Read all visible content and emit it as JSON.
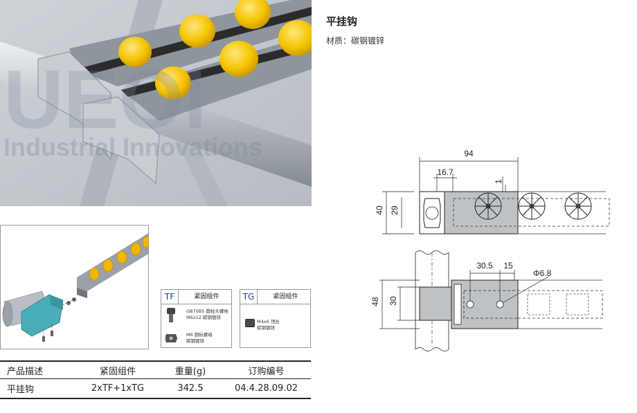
{
  "product": {
    "title": "平挂钩",
    "material": "材质：碳钢镀锌"
  },
  "photo": {
    "watermark_line1": "UEOI",
    "watermark_line2": "Industrial Innovations"
  },
  "fasteners": [
    {
      "code": "TF",
      "name": "紧固组件",
      "items": [
        {
          "line1": "GB70B5 圆柱头螺栓",
          "line2": "M6x12 碳钢镀锌"
        },
        {
          "line1": "M6 圆标螺母",
          "line2": "碳钢镀锌"
        }
      ]
    },
    {
      "code": "TG",
      "name": "紧固组件",
      "items": [
        {
          "line1": "M4x6 顶丝",
          "line2": "碳钢镀锌"
        }
      ]
    }
  ],
  "table": {
    "headers": [
      "产品描述",
      "紧固组件",
      "重量(g)",
      "订购编号"
    ],
    "rows": [
      [
        "平挂钩",
        "2xTF+1xTG",
        "342.5",
        "04.4.28.09.02"
      ]
    ]
  },
  "drawing": {
    "top_view": {
      "overall": "94",
      "inner": "16.7",
      "thickness": "1",
      "height": "40",
      "profile": "29"
    },
    "side_view": {
      "spacing": "30.5",
      "offset": "15",
      "hole": "Φ6.8",
      "height": "48",
      "inner": "30"
    }
  }
}
